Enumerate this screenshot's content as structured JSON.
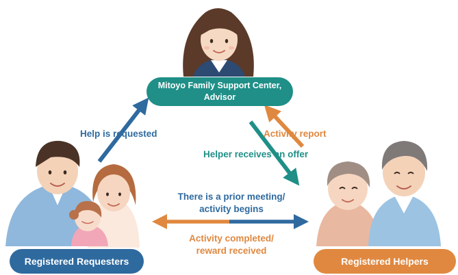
{
  "nodes": {
    "center": {
      "line1": "Mitoyo Family Support Center,",
      "line2": "Advisor"
    },
    "requesters": {
      "label": "Registered Requesters"
    },
    "helpers": {
      "label": "Registered Helpers"
    }
  },
  "edges": {
    "help_requested": "Help is requested",
    "activity_report": "Activity report",
    "helper_offer": "Helper receives an offer",
    "prior_meeting_line1": "There is a prior meeting/",
    "prior_meeting_line2": "activity begins",
    "completed_line1": "Activity completed/",
    "completed_line2": "reward received"
  },
  "colors": {
    "blue": "#2f6a9f",
    "teal": "#1f8f87",
    "orange": "#e0883f"
  }
}
